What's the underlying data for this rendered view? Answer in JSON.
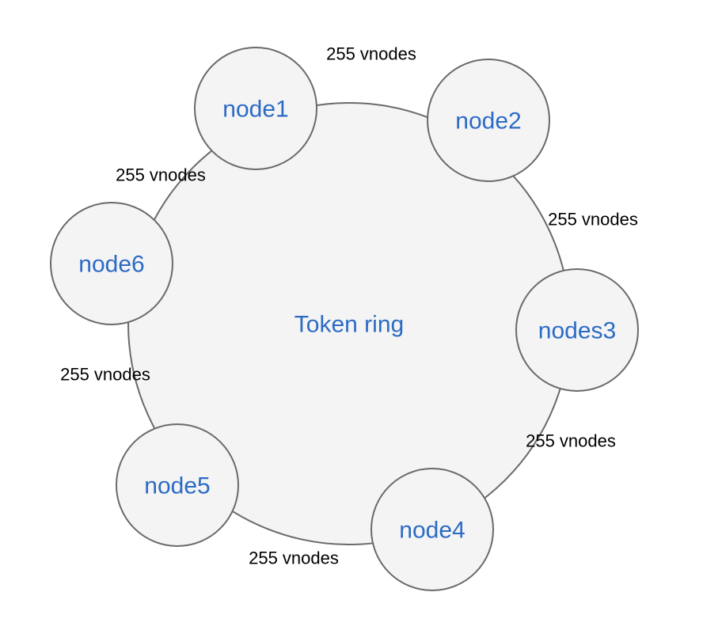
{
  "diagram": {
    "ring_label": "Token ring",
    "nodes": [
      {
        "label": "node1"
      },
      {
        "label": "node2"
      },
      {
        "label": "nodes3"
      },
      {
        "label": "node4"
      },
      {
        "label": "node5"
      },
      {
        "label": "node6"
      }
    ],
    "segment_labels": [
      {
        "label": "255 vnodes"
      },
      {
        "label": "255 vnodes"
      },
      {
        "label": "255 vnodes"
      },
      {
        "label": "255 vnodes"
      },
      {
        "label": "255 vnodes"
      },
      {
        "label": "255 vnodes"
      }
    ]
  }
}
